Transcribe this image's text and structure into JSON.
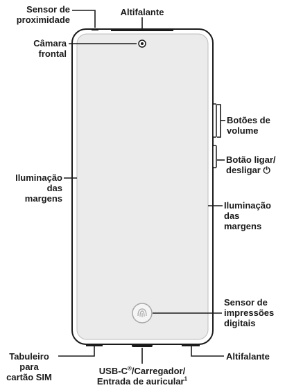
{
  "labels": {
    "proximity_sensor_line1": "Sensor de",
    "proximity_sensor_line2": "proximidade",
    "top_speaker": "Altifalante",
    "front_camera_line1": "Câmara",
    "front_camera_line2": "frontal",
    "volume_buttons_line1": "Botões de",
    "volume_buttons_line2": "volume",
    "power_button_line1": "Botão ligar/",
    "power_button_line2": "desligar",
    "power_symbol": "⏻",
    "edge_light_left_line1": "Iluminação",
    "edge_light_left_line2": "das",
    "edge_light_left_line3": "margens",
    "edge_light_right_line1": "Iluminação",
    "edge_light_right_line2": "das",
    "edge_light_right_line3": "margens",
    "fingerprint_line1": "Sensor de",
    "fingerprint_line2": "impressões",
    "fingerprint_line3": "digitais",
    "sim_tray_line1": "Tabuleiro",
    "sim_tray_line2": "para",
    "sim_tray_line3": "cartão SIM",
    "usb_line1": "USB-C",
    "usb_mark": "®",
    "usb_line1_rest": "/Carregador/",
    "usb_line2": "Entrada de auricular",
    "usb_footnote": "1",
    "bottom_speaker": "Altifalante"
  },
  "colors": {
    "phone_body": "#ffffff",
    "phone_outline": "#1a1a1a",
    "screen": "#ebebeb",
    "leader_line": "#1a1a1a"
  }
}
